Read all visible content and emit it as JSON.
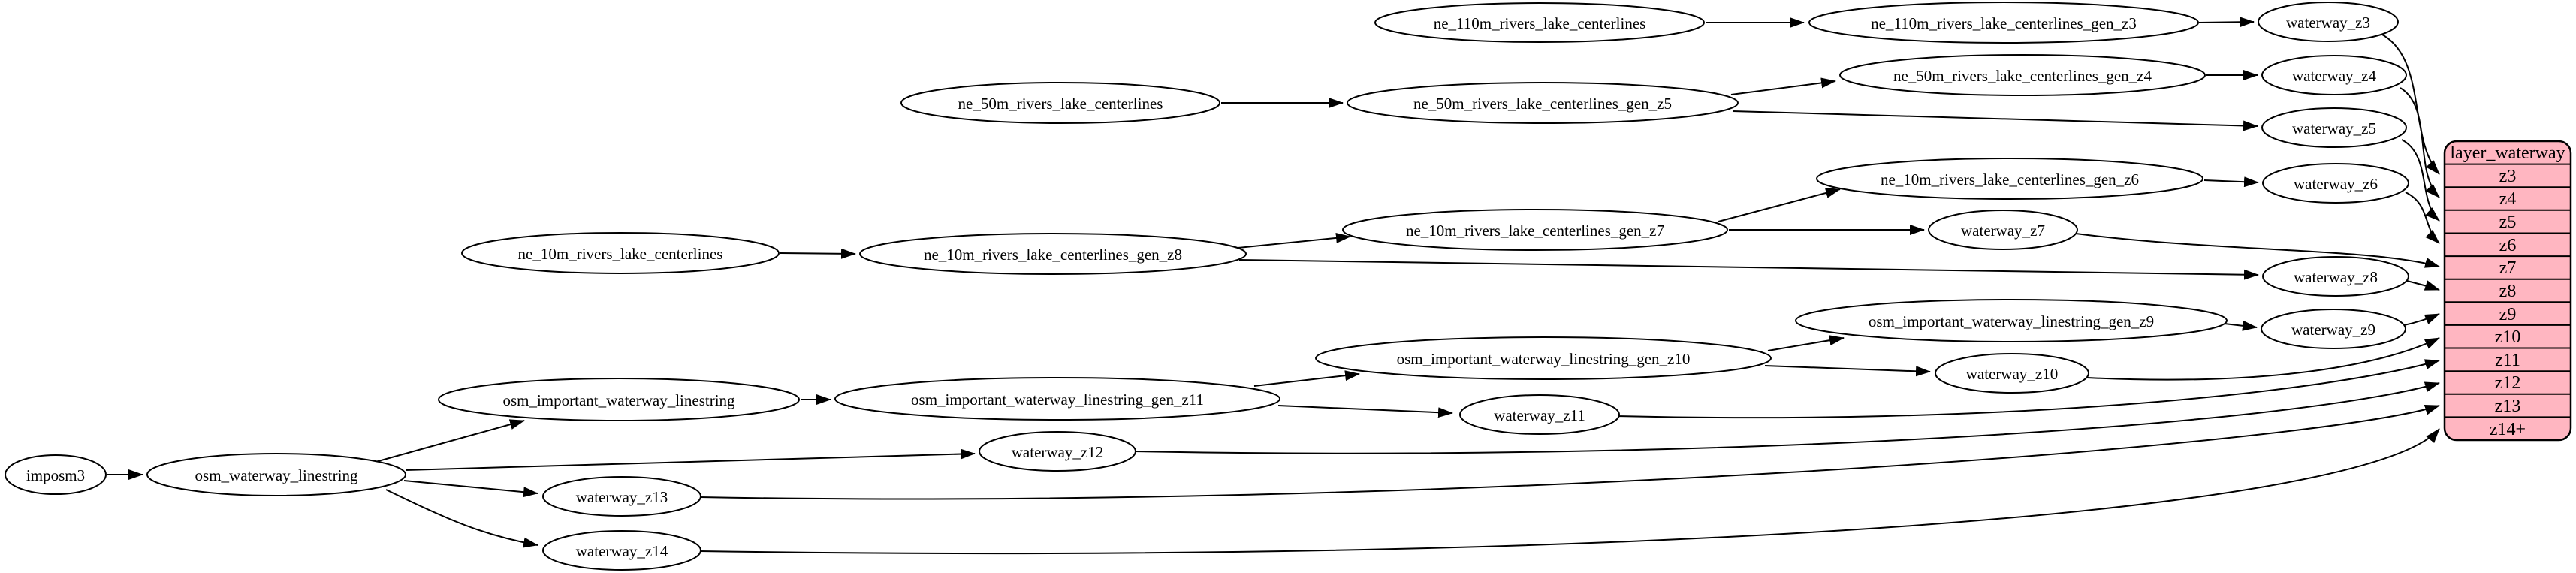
{
  "diagram": {
    "background": "#ffffff",
    "node_fill": "#ffffff",
    "node_stroke": "#000000",
    "edge_color": "#000000",
    "record_fill": "#ffb6c1"
  },
  "nodes": {
    "imposm3": "imposm3",
    "osm_waterway_linestring": "osm_waterway_linestring",
    "osm_important_waterway_linestring": "osm_important_waterway_linestring",
    "osm_important_waterway_linestring_gen_z11": "osm_important_waterway_linestring_gen_z11",
    "osm_important_waterway_linestring_gen_z10": "osm_important_waterway_linestring_gen_z10",
    "osm_important_waterway_linestring_gen_z9": "osm_important_waterway_linestring_gen_z9",
    "ne_10m_rivers_lake_centerlines": "ne_10m_rivers_lake_centerlines",
    "ne_10m_rivers_lake_centerlines_gen_z8": "ne_10m_rivers_lake_centerlines_gen_z8",
    "ne_10m_rivers_lake_centerlines_gen_z7": "ne_10m_rivers_lake_centerlines_gen_z7",
    "ne_10m_rivers_lake_centerlines_gen_z6": "ne_10m_rivers_lake_centerlines_gen_z6",
    "ne_50m_rivers_lake_centerlines": "ne_50m_rivers_lake_centerlines",
    "ne_50m_rivers_lake_centerlines_gen_z5": "ne_50m_rivers_lake_centerlines_gen_z5",
    "ne_50m_rivers_lake_centerlines_gen_z4": "ne_50m_rivers_lake_centerlines_gen_z4",
    "ne_110m_rivers_lake_centerlines": "ne_110m_rivers_lake_centerlines",
    "ne_110m_rivers_lake_centerlines_gen_z3": "ne_110m_rivers_lake_centerlines_gen_z3",
    "waterway_z3": "waterway_z3",
    "waterway_z4": "waterway_z4",
    "waterway_z5": "waterway_z5",
    "waterway_z6": "waterway_z6",
    "waterway_z7": "waterway_z7",
    "waterway_z8": "waterway_z8",
    "waterway_z9": "waterway_z9",
    "waterway_z10": "waterway_z10",
    "waterway_z11": "waterway_z11",
    "waterway_z12": "waterway_z12",
    "waterway_z13": "waterway_z13",
    "waterway_z14": "waterway_z14"
  },
  "record": {
    "title": "layer_waterway",
    "rows": [
      "z3",
      "z4",
      "z5",
      "z6",
      "z7",
      "z8",
      "z9",
      "z10",
      "z11",
      "z12",
      "z13",
      "z14+"
    ]
  }
}
